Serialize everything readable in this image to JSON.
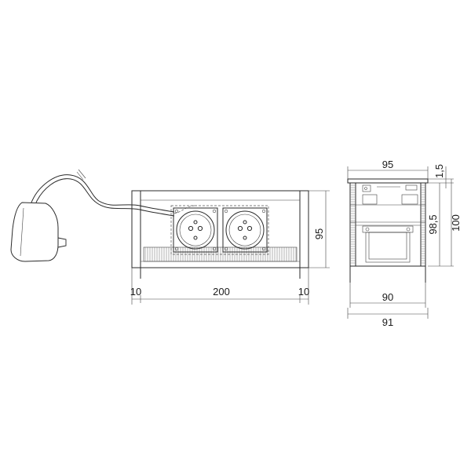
{
  "front_view": {
    "dims": {
      "width": "200",
      "left_margin": "10",
      "right_margin": "10",
      "height": "95"
    },
    "sockets": [
      {
        "name": "socket-1"
      },
      {
        "name": "socket-2"
      }
    ]
  },
  "side_view": {
    "dims": {
      "top_width": "95",
      "top_thickness": "1,5",
      "inner_height": "98,5",
      "total_height": "100",
      "inner_width": "90",
      "outer_width": "91"
    }
  },
  "colors": {
    "line": "#2a2a2a",
    "background": "#ffffff"
  }
}
